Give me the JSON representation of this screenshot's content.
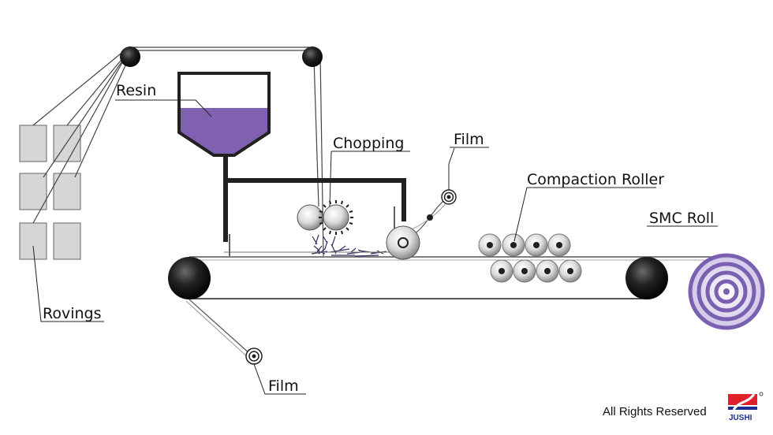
{
  "labels": {
    "resin": "Resin",
    "chopping": "Chopping",
    "film_top": "Film",
    "compaction_roller": "Compaction Roller",
    "smc_roll": "SMC Roll",
    "rovings": "Rovings",
    "film_bottom": "Film"
  },
  "footer": {
    "copyright": "All Rights Reserved",
    "brand": "JUSHI"
  },
  "colors": {
    "resin": "#8060b0",
    "smc_roll": "#7a60b0",
    "belt_roller": "#202020",
    "roving_box": "#d6d6d6",
    "logo_red": "#e0202a",
    "logo_blue": "#1a2f8f"
  }
}
